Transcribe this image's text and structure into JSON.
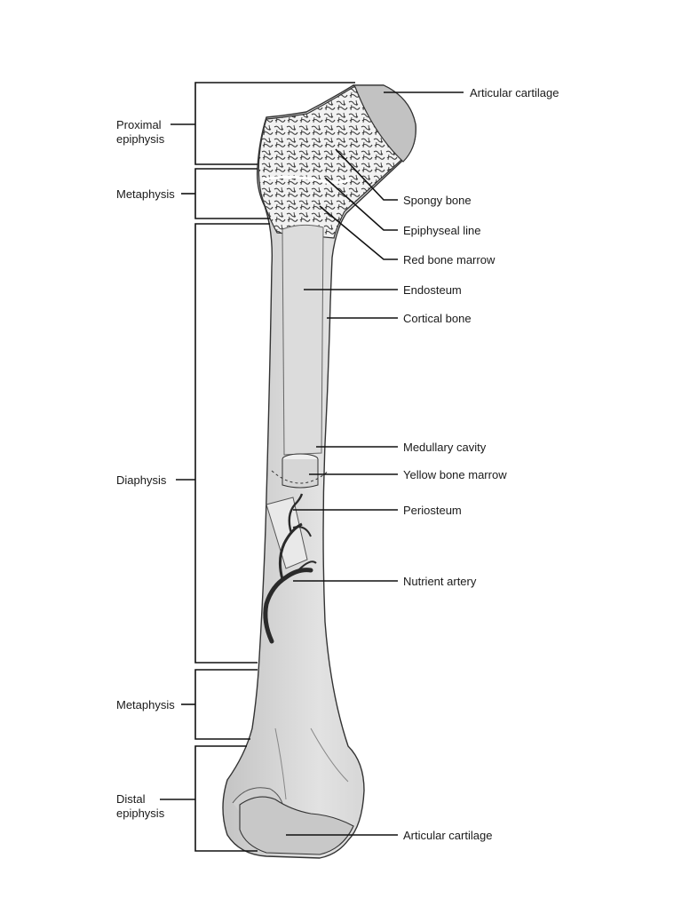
{
  "left_labels": {
    "proximal_epiphysis": [
      "Proximal",
      "epiphysis"
    ],
    "metaphysis_top": "Metaphysis",
    "diaphysis": "Diaphysis",
    "metaphysis_bottom": "Metaphysis",
    "distal_epiphysis": [
      "Distal",
      "epiphysis"
    ]
  },
  "right_labels": {
    "articular_cartilage_top": "Articular cartilage",
    "spongy_bone": "Spongy bone",
    "epiphyseal_line": "Epiphyseal line",
    "red_bone_marrow": "Red bone marrow",
    "endosteum": "Endosteum",
    "cortical_bone": "Cortical bone",
    "medullary_cavity": "Medullary cavity",
    "yellow_bone_marrow": "Yellow bone marrow",
    "periosteum": "Periosteum",
    "nutrient_artery": "Nutrient artery",
    "articular_cartilage_bottom": "Articular cartilage"
  },
  "colors": {
    "bone": "#d9d9d9",
    "bone_shadow": "#b5b5b5",
    "cartilage": "#c8c8c8",
    "spongy": "#efefef",
    "artery": "#2a2a2a",
    "line": "#111111"
  }
}
